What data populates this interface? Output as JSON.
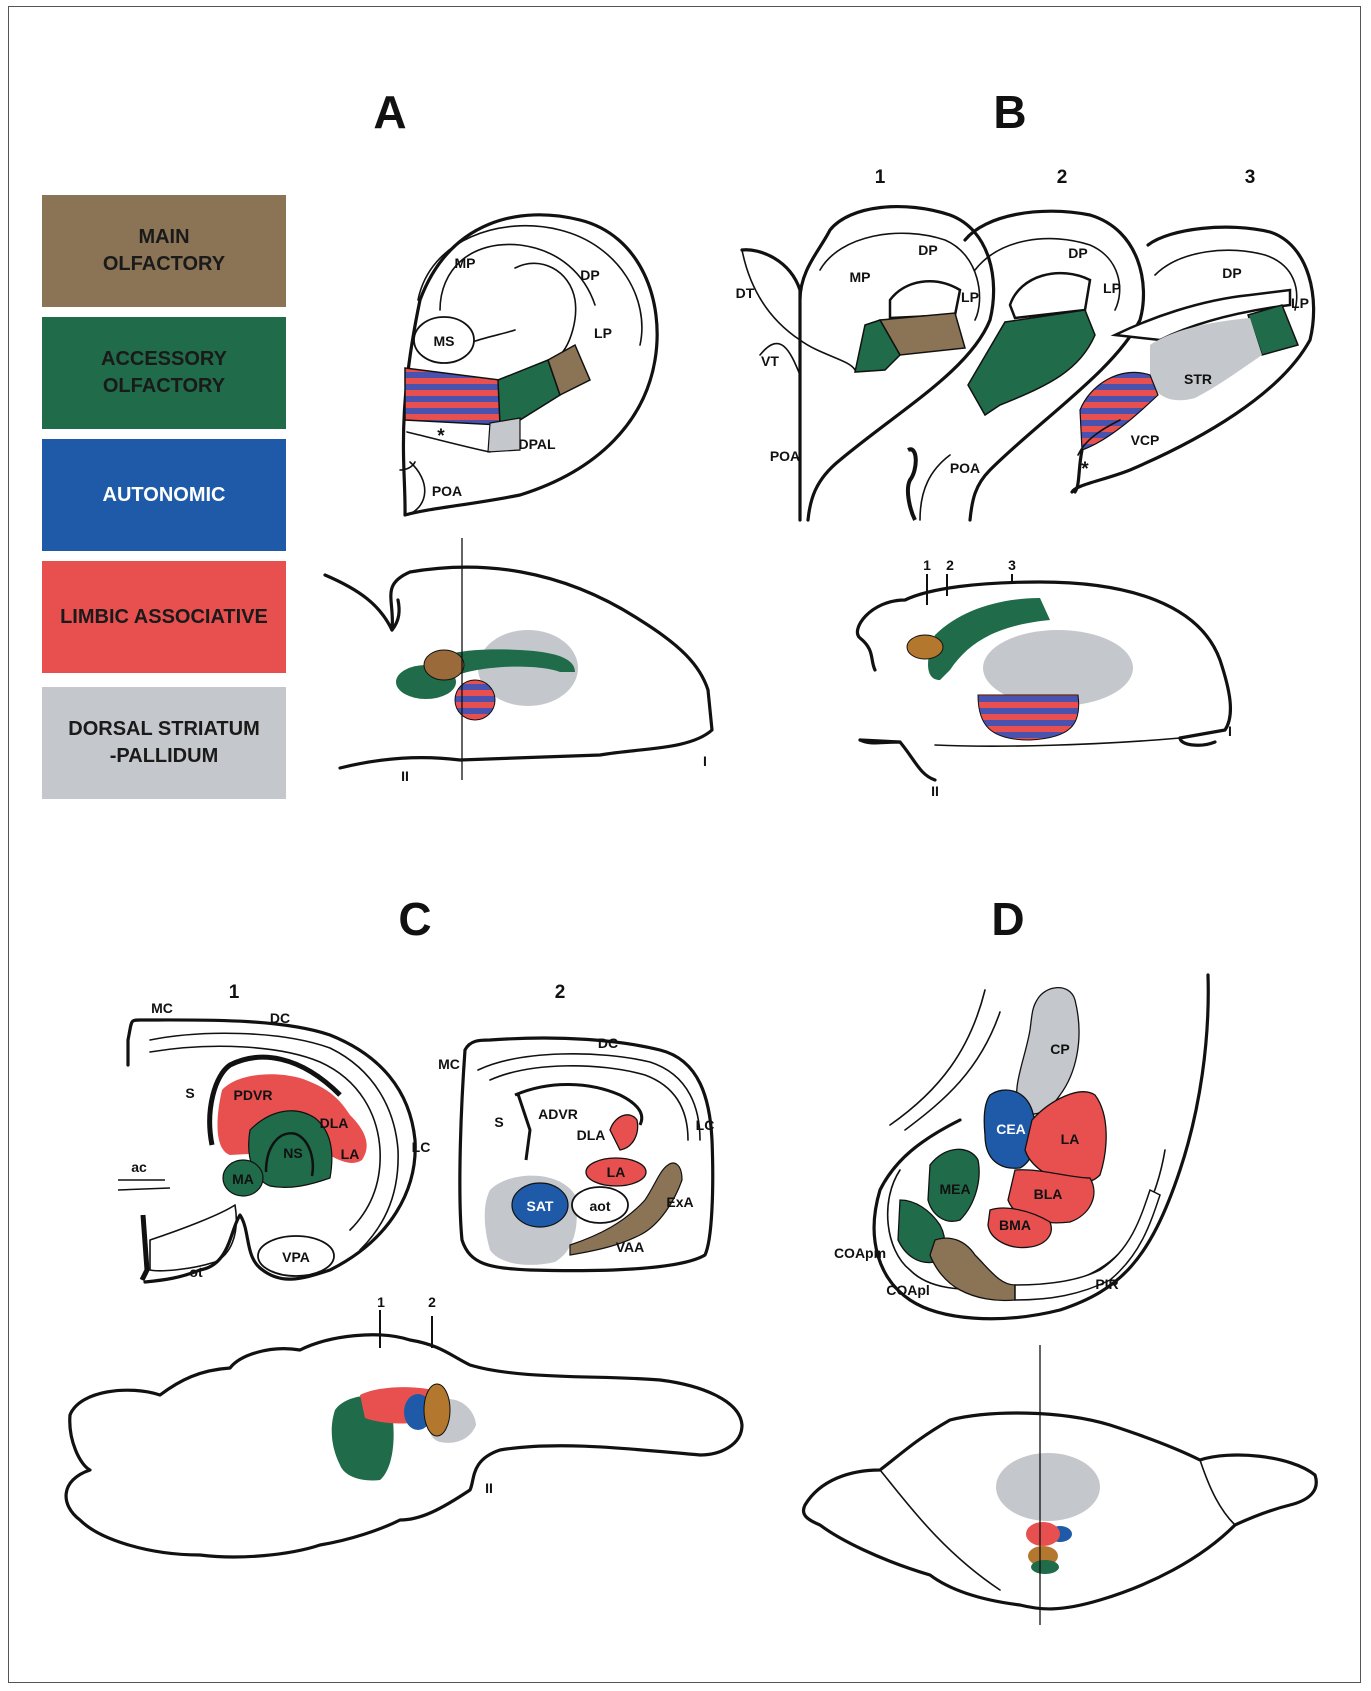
{
  "legend": [
    {
      "label": "MAIN\nOLFACTORY",
      "color": "#8b7355",
      "text_color": "#1a1a1a"
    },
    {
      "label": "ACCESSORY\nOLFACTORY",
      "color": "#1f6b4a",
      "text_color": "#1a1a1a"
    },
    {
      "label": "AUTONOMIC",
      "color": "#1e5aa8",
      "text_color": "#ffffff"
    },
    {
      "label": "LIMBIC ASSOCIATIVE",
      "color": "#e85050",
      "text_color": "#1a1a1a"
    },
    {
      "label": "DORSAL STRIATUM\n-PALLIDUM",
      "color": "#c4c7cb",
      "text_color": "#1a1a1a"
    }
  ],
  "panels": {
    "A": {
      "letter": "A",
      "labels": {
        "MP": "MP",
        "DP": "DP",
        "LP": "LP",
        "MS": "MS",
        "DPAL": "DPAL",
        "POA": "POA",
        "star": "*",
        "I": "I",
        "II": "II"
      }
    },
    "B": {
      "letter": "B",
      "sections": [
        "1",
        "2",
        "3"
      ],
      "labels": {
        "DT": "DT",
        "VT": "VT",
        "POA1": "POA",
        "MP": "MP",
        "DP1": "DP",
        "LP1": "LP",
        "DP2": "DP",
        "LP2": "LP",
        "POA2": "POA",
        "DP3": "DP",
        "LP3": "LP",
        "STR": "STR",
        "VCP": "VCP",
        "star": "*",
        "I": "I",
        "II": "II"
      },
      "markers": [
        "1",
        "2",
        "3"
      ]
    },
    "C": {
      "letter": "C",
      "sections": [
        "1",
        "2"
      ],
      "labels": {
        "MC1": "MC",
        "DC1": "DC",
        "S1": "S",
        "PDVR": "PDVR",
        "DLA1": "DLA",
        "LA1": "LA",
        "NS": "NS",
        "MA": "MA",
        "LC1": "LC",
        "ac": "ac",
        "ot": "ot",
        "VPA": "VPA",
        "MC2": "MC",
        "DC2": "DC",
        "S2": "S",
        "ADVR": "ADVR",
        "DLA2": "DLA",
        "LA2": "LA",
        "LC2": "LC",
        "SAT": "SAT",
        "aot": "aot",
        "ExA": "ExA",
        "VAA": "VAA",
        "II": "II"
      },
      "markers": [
        "1",
        "2"
      ]
    },
    "D": {
      "letter": "D",
      "labels": {
        "CP": "CP",
        "CEA": "CEA",
        "LA": "LA",
        "MEA": "MEA",
        "BLA": "BLA",
        "BMA": "BMA",
        "COApm": "COApm",
        "COApl": "COApl",
        "PIR": "PIR"
      }
    }
  }
}
